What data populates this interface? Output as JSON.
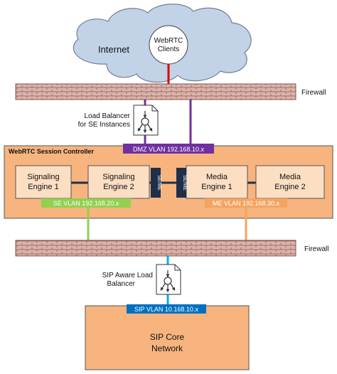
{
  "cloud": {
    "label": "Internet"
  },
  "clients": {
    "line1": "WebRTC",
    "line2": "Clients"
  },
  "firewall_top": {
    "label": "Firewall"
  },
  "firewall_bottom": {
    "label": "Firewall"
  },
  "load_balancer_se": {
    "line1": "Load Balancer",
    "line2": "for SE Instances"
  },
  "controller": {
    "title": "WebRTC Session Controller"
  },
  "vlans": {
    "dmz": "DMZ VLAN 192.168.10.x",
    "se": "SE VLAN 192.168.20.x",
    "me": "ME VLAN 192.168.30.x",
    "sip": "SIP VLAN 10.168.10.x"
  },
  "engines": {
    "sig1": {
      "line1": "Signaling",
      "line2": "Engine 1"
    },
    "sig2": {
      "line1": "Signaling",
      "line2": "Engine 2"
    },
    "med1": {
      "line1": "Media",
      "line2": "Engine 1"
    },
    "med2": {
      "line1": "Media",
      "line2": "Engine 2"
    }
  },
  "connectors": {
    "left": "SE/ME",
    "right": "SE/ME"
  },
  "load_balancer_sip": {
    "line1": "SIP Aware Load",
    "line2": "Balancer"
  },
  "sip_core": {
    "line1": "SIP Core",
    "line2": "Network"
  },
  "colors": {
    "panel_fill": "#f7b47e",
    "engine_fill": "#fcdfc3",
    "firewall_fill": "#d8b4ac",
    "firewall_brick": "#9b5a50",
    "cloud_fill": "#c2d3e8",
    "dmz_vlan": "#7030a0",
    "se_vlan": "#92d050",
    "me_vlan": "#f4a460",
    "sip_vlan": "#0070c0",
    "clients_link": "#e00000",
    "sip_link": "#00b0f0",
    "engine_bus": "#1f2f4a"
  }
}
